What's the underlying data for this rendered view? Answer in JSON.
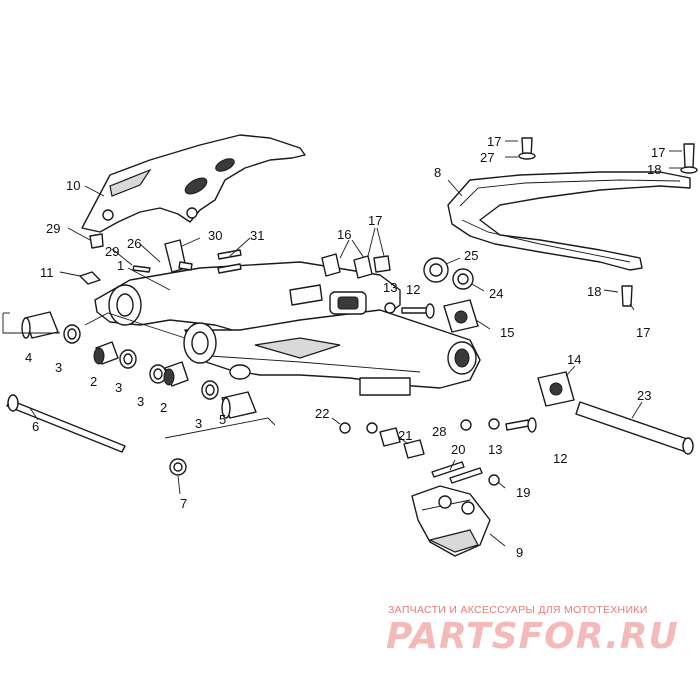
{
  "diagram": {
    "callouts": {
      "c1": "1",
      "c2a": "2",
      "c2b": "2",
      "c3a": "3",
      "c3b": "3",
      "c3c": "3",
      "c3d": "3",
      "c4": "4",
      "c5": "5",
      "c6": "6",
      "c7": "7",
      "c8": "8",
      "c9": "9",
      "c10": "10",
      "c11": "11",
      "c12a": "12",
      "c12b": "12",
      "c13a": "13",
      "c13b": "13",
      "c14": "14",
      "c15": "15",
      "c16": "16",
      "c17a": "17",
      "c17b": "17",
      "c17c": "17",
      "c17d": "17",
      "c18a": "18",
      "c18b": "18",
      "c19": "19",
      "c20": "20",
      "c21": "21",
      "c22": "22",
      "c23": "23",
      "c24": "24",
      "c25": "25",
      "c26": "26",
      "c27": "27",
      "c28": "28",
      "c29a": "29",
      "c29b": "29",
      "c30": "30",
      "c31": "31"
    }
  },
  "watermark": {
    "caption": "ЗАПЧАСТИ И АКСЕССУАРЫ ДЛЯ МОТОТЕХНИКИ",
    "logo": "PARTSFOR.RU"
  },
  "colors": {
    "line": "#1a1a1a",
    "watermark_text": "#e97a7a",
    "watermark_logo": "#f4b9b9"
  }
}
